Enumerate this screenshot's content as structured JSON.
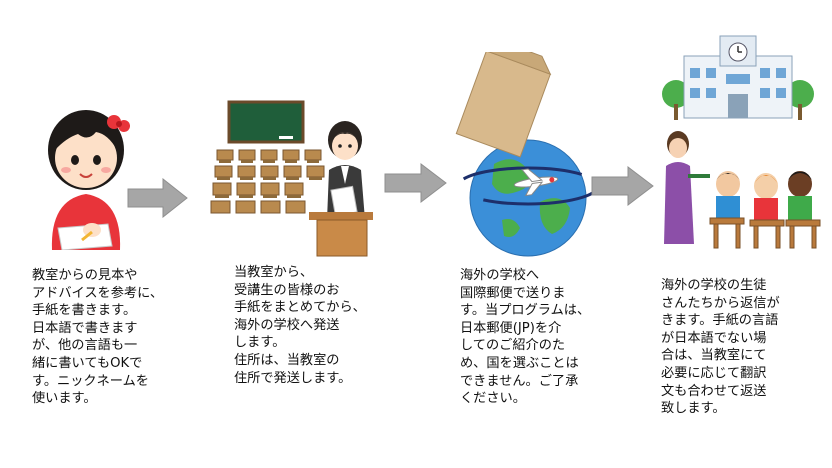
{
  "steps": [
    {
      "illustration": "girl-writing-letter-icon",
      "text": "教室からの見本や\nアドバイスを参考に、\n手紙を書きます。\n日本語で書きます\nが、他の言語も一\n緒に書いてもOKで\nす。ニックネームを\n使います。"
    },
    {
      "illustration": "teacher-classroom-icon",
      "text": "当教室から、\n受講生の皆様のお\n手紙をまとめてから、\n海外の学校へ発送\nします。\n住所は、当教室の\n住所で発送します。"
    },
    {
      "illustration": "envelope-globe-plane-icon",
      "text": "海外の学校へ\n国際郵便で送りま\nす。当プログラムは、\n日本郵便(JP)を介\nしてのご紹介のた\nめ、国を選ぶことは\nできません。ご了承\nください。"
    },
    {
      "illustration": "school-students-icon",
      "text": "海外の学校の生徒\nさんたちから返信が\nきます。手紙の言語\nが日本語でない場\n合は、当教室にて\n必要に応じて翻訳\n文も合わせて返送\n致します。"
    }
  ],
  "colors": {
    "arrow": "#a6a6a6",
    "arrow_border": "#8f8f8f"
  }
}
